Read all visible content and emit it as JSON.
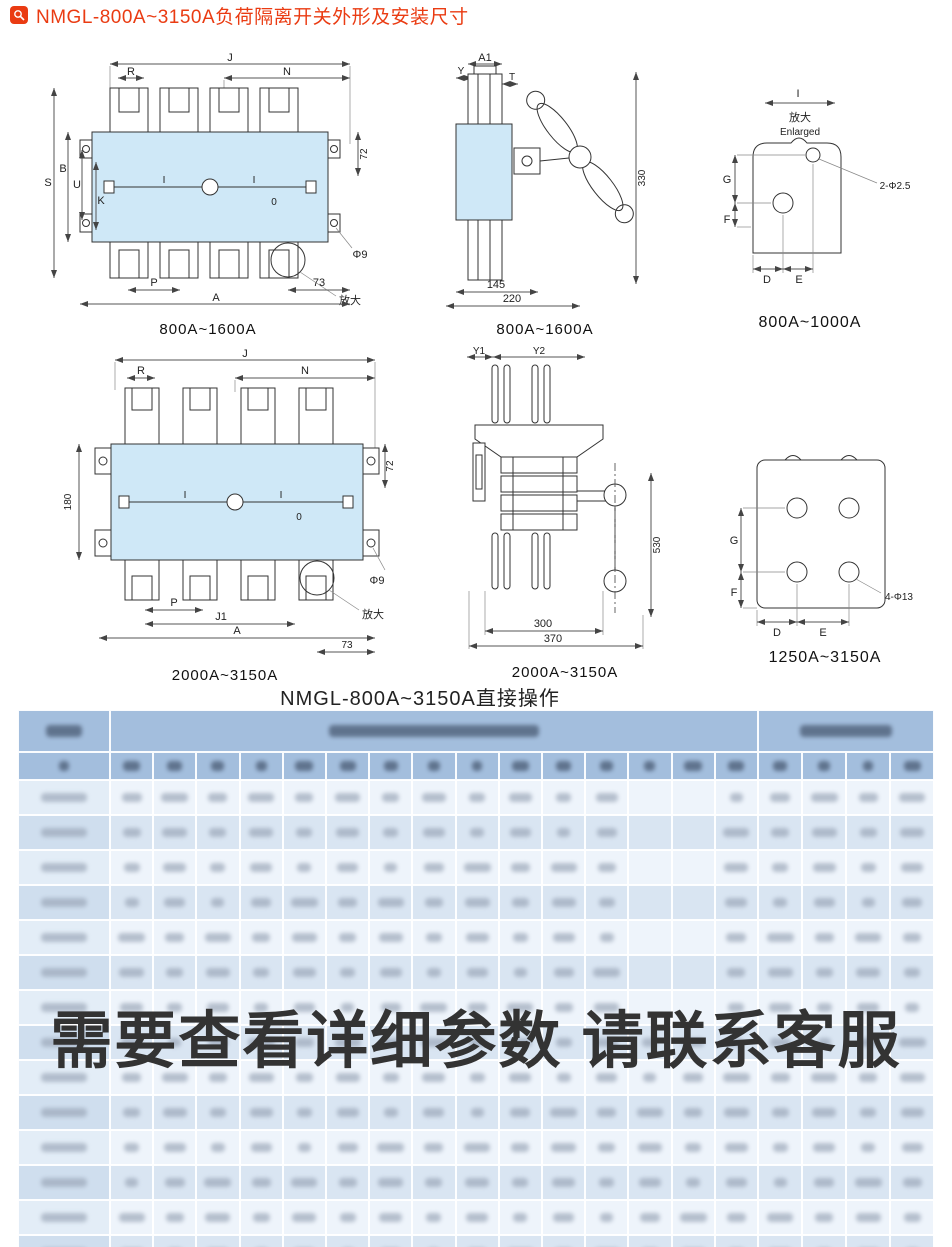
{
  "page": {
    "accent_red": "#ea3b12",
    "drawing_blue": "#cfe8f7",
    "table_header_blue": "#a3bedd",
    "table_row_light": "#eef4fb",
    "table_row_dark": "#d9e5f2"
  },
  "header": {
    "title": "NMGL-800A~3150A负荷隔离开关外形及安装尺寸",
    "icon": "magnifier-icon"
  },
  "drawings": {
    "main_caption": "NMGL-800A~3150A直接操作",
    "front_800": {
      "caption": "800A~1600A",
      "labels": {
        "J": "J",
        "R": "R",
        "N": "N",
        "S": "S",
        "B": "B",
        "U": "U",
        "K": "K",
        "dim72": "72",
        "phi9": "Φ9",
        "enlarge": "放大",
        "P": "P",
        "A": "A",
        "dim73": "73",
        "pos_i_left": "I",
        "pos_i_right": "I",
        "pos_o": "0"
      }
    },
    "side_800": {
      "caption": "800A~1600A",
      "labels": {
        "A1": "A1",
        "Y": "Y",
        "T": "T",
        "dim330": "330",
        "dim145": "145",
        "dim220": "220"
      }
    },
    "detail_800_1000": {
      "caption": "800A~1000A",
      "labels": {
        "I": "I",
        "enlarge_cn": "放大",
        "enlarge_en": "Enlarged",
        "G": "G",
        "F": "F",
        "D": "D",
        "E": "E",
        "holes": "2-Φ2.5"
      }
    },
    "front_2000": {
      "caption": "2000A~3150A",
      "labels": {
        "J": "J",
        "R": "R",
        "N": "N",
        "dim72": "72",
        "dim180": "180",
        "phi9": "Φ9",
        "enlarge": "放大",
        "P": "P",
        "J1": "J1",
        "A": "A",
        "dim73": "73",
        "pos_i_left": "I",
        "pos_i_right": "I",
        "pos_o": "0"
      }
    },
    "side_2000": {
      "caption": "2000A~3150A",
      "labels": {
        "Y1": "Y1",
        "Y2": "Y2",
        "dim530": "530",
        "dim300": "300",
        "dim370": "370"
      }
    },
    "detail_1250_3150": {
      "caption": "1250A~3150A",
      "labels": {
        "G": "G",
        "F": "F",
        "D": "D",
        "E": "E",
        "holes": "4-Φ13"
      }
    }
  },
  "table": {
    "blurred": true,
    "column_count": 20,
    "row_count": 14,
    "header_groups": [
      {
        "pill_width": 36
      },
      {
        "pill_width": 210
      },
      {
        "pill_width": 92
      }
    ],
    "overlay_text": "需要查看详细参数 请联系客服"
  }
}
